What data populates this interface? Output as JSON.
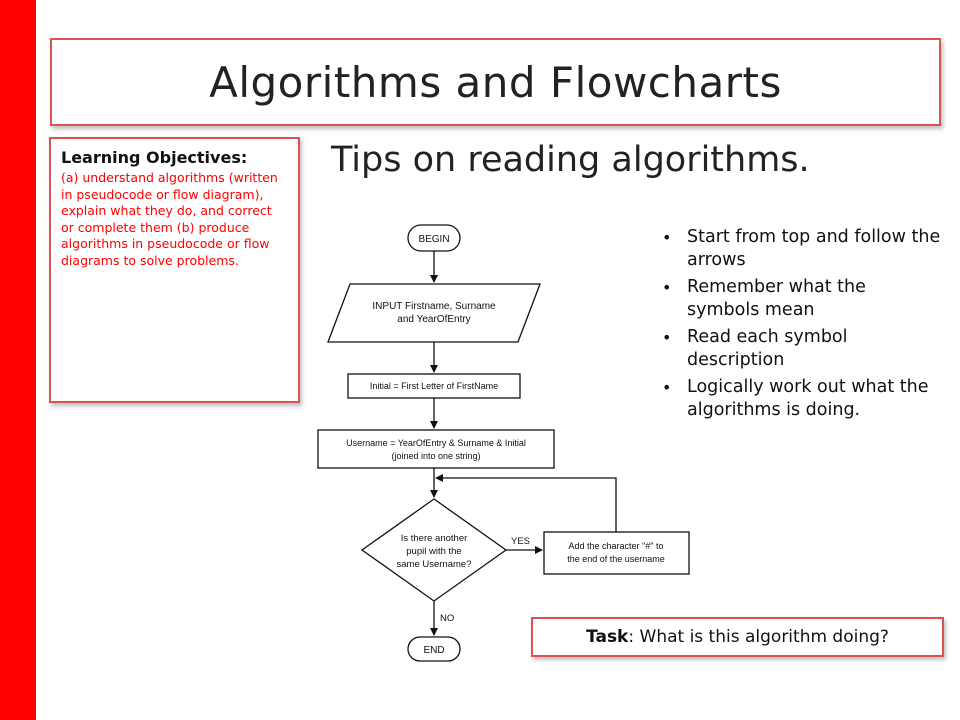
{
  "slide": {
    "title": "Algorithms and Flowcharts",
    "subtitle": "Tips on reading algorithms."
  },
  "objectives": {
    "heading": "Learning Objectives:",
    "text": "(a) understand algorithms (written in pseudocode or flow diagram), explain what they do, and correct or complete them (b) produce algorithms in pseudocode or flow diagrams to solve problems."
  },
  "tips": [
    "Start from top and follow the arrows",
    "Remember what the symbols mean",
    "Read each symbol description",
    "Logically work out what the algorithms is doing."
  ],
  "task": {
    "label": "Task",
    "question": ": What is this algorithm doing?"
  },
  "flowchart": {
    "begin": "BEGIN",
    "input_line1": "INPUT Firstname, Surname",
    "input_line2": "and YearOfEntry",
    "initial": "Initial = First Letter of FirstName",
    "username_line1": "Username = YearOfEntry & Surname & Initial",
    "username_line2": "(joined into one string)",
    "decision_line1": "Is there another",
    "decision_line2": "pupil with the",
    "decision_line3": "same Username?",
    "yes": "YES",
    "no": "NO",
    "add_line1": "Add the character \"#\" to",
    "add_line2": "the end of the username",
    "end": "END"
  },
  "colors": {
    "accent_red": "#ff0000",
    "box_border": "#d9534f"
  }
}
